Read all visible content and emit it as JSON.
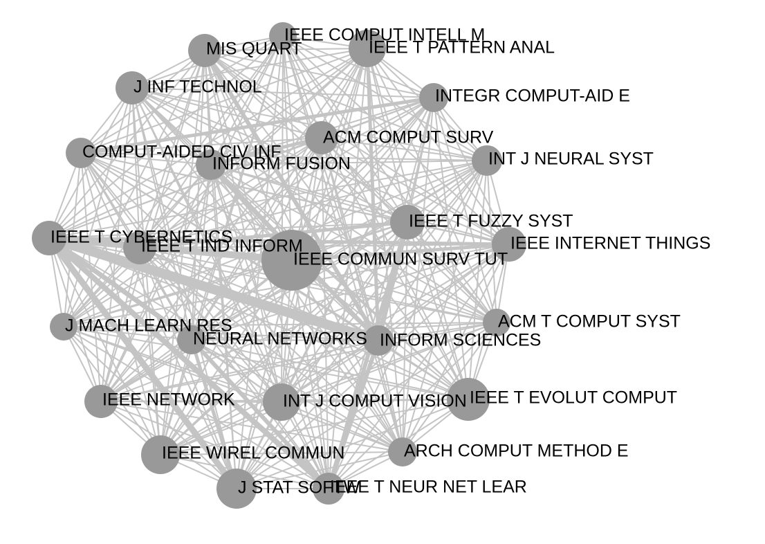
{
  "graph": {
    "colors": {
      "node": "#999999",
      "edge": "#c4c4c4",
      "label": "#000000",
      "background": "#ffffff"
    },
    "nodes": [
      {
        "id": "ieee-comput-intell-m",
        "label": "IEEE COMPUT INTELL M"
      },
      {
        "id": "mis-quart",
        "label": "MIS QUART"
      },
      {
        "id": "ieee-t-pattern-anal",
        "label": "IEEE T PATTERN ANAL"
      },
      {
        "id": "j-inf-technol",
        "label": "J INF TECHNOL"
      },
      {
        "id": "integr-comput-aid-e",
        "label": "INTEGR COMPUT-AID E"
      },
      {
        "id": "acm-comput-surv",
        "label": "ACM COMPUT SURV"
      },
      {
        "id": "comput-aided-civ-inf",
        "label": "COMPUT-AIDED CIV INF"
      },
      {
        "id": "inform-fusion",
        "label": "INFORM FUSION"
      },
      {
        "id": "int-j-neural-syst",
        "label": "INT J NEURAL SYST"
      },
      {
        "id": "ieee-t-fuzzy-syst",
        "label": "IEEE T FUZZY SYST"
      },
      {
        "id": "ieee-t-cybernetics",
        "label": "IEEE T CYBERNETICS"
      },
      {
        "id": "ieee-t-ind-inform",
        "label": "IEEE T IND INFORM"
      },
      {
        "id": "ieee-internet-things",
        "label": "IEEE INTERNET THINGS"
      },
      {
        "id": "ieee-commun-surv-tut",
        "label": "IEEE COMMUN SURV TUT"
      },
      {
        "id": "acm-t-comput-syst",
        "label": "ACM T COMPUT SYST"
      },
      {
        "id": "j-mach-learn-res",
        "label": "J MACH LEARN RES"
      },
      {
        "id": "neural-networks",
        "label": "NEURAL NETWORKS"
      },
      {
        "id": "inform-sciences",
        "label": "INFORM SCIENCES"
      },
      {
        "id": "ieee-network",
        "label": "IEEE NETWORK"
      },
      {
        "id": "int-j-comput-vision",
        "label": "INT J COMPUT VISION"
      },
      {
        "id": "ieee-t-evolut-comput",
        "label": "IEEE T EVOLUT COMPUT"
      },
      {
        "id": "ieee-wirel-commun",
        "label": "IEEE WIREL COMMUN"
      },
      {
        "id": "arch-comput-method-e",
        "label": "ARCH COMPUT METHOD E"
      },
      {
        "id": "j-stat-softw",
        "label": "J STAT SOFTW"
      },
      {
        "id": "ieee-t-neur-net-lear",
        "label": "IEEE T NEUR NET LEAR"
      }
    ],
    "strong_edges": [
      [
        "ieee-t-cybernetics",
        "inform-sciences"
      ],
      [
        "ieee-t-cybernetics",
        "ieee-commun-surv-tut"
      ],
      [
        "ieee-t-cybernetics",
        "j-stat-softw"
      ],
      [
        "ieee-t-cybernetics",
        "ieee-t-neur-net-lear"
      ],
      [
        "ieee-t-cybernetics",
        "neural-networks"
      ],
      [
        "inform-sciences",
        "ieee-t-fuzzy-syst"
      ],
      [
        "inform-sciences",
        "ieee-t-neur-net-lear"
      ],
      [
        "inform-sciences",
        "ieee-t-pattern-anal"
      ],
      [
        "inform-sciences",
        "inform-fusion"
      ],
      [
        "inform-sciences",
        "mis-quart"
      ],
      [
        "neural-networks",
        "ieee-t-neur-net-lear"
      ],
      [
        "neural-networks",
        "j-stat-softw"
      ],
      [
        "ieee-t-fuzzy-syst",
        "ieee-t-neur-net-lear"
      ],
      [
        "ieee-t-pattern-anal",
        "inform-sciences"
      ],
      [
        "comput-aided-civ-inf",
        "integr-comput-aid-e"
      ],
      [
        "ieee-commun-surv-tut",
        "ieee-internet-things"
      ],
      [
        "ieee-t-ind-inform",
        "ieee-t-fuzzy-syst"
      ],
      [
        "ieee-t-cybernetics",
        "ieee-internet-things"
      ],
      [
        "inform-fusion",
        "acm-comput-surv"
      ]
    ]
  }
}
